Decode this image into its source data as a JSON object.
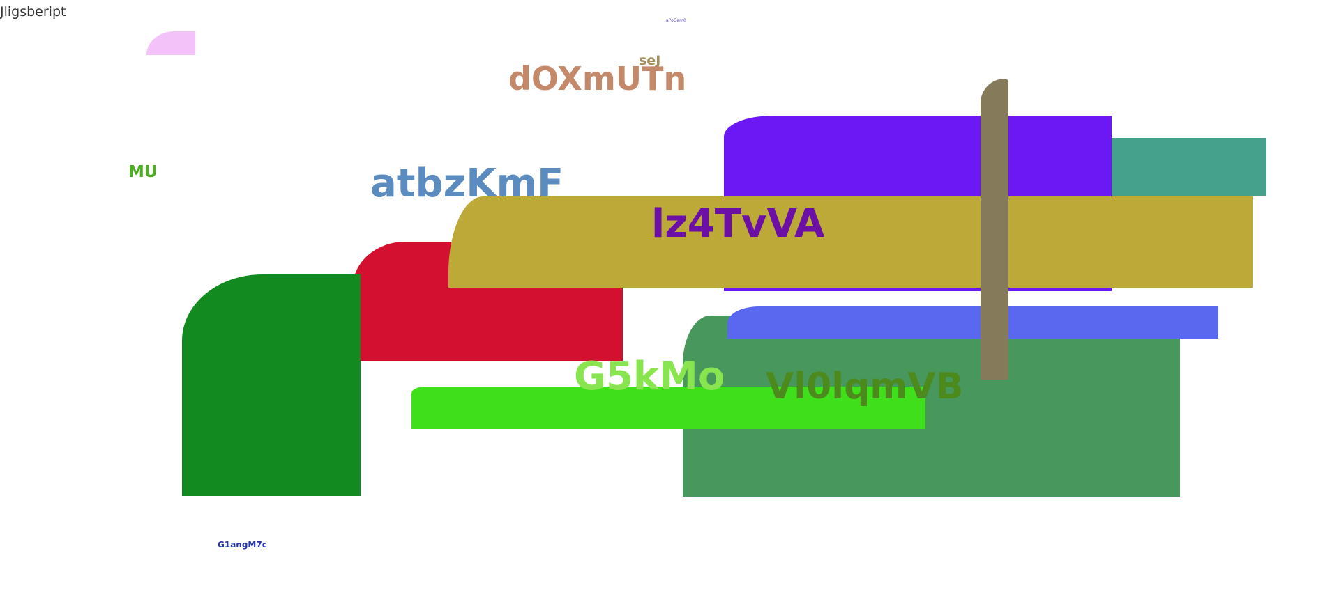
{
  "corner_text": "Jligsbeript",
  "shapes": {
    "pink": "#f2c2f8",
    "purple": "#6c18f4",
    "teal": "#45a18c",
    "blue": "#5a68f0",
    "seagreen": "#48975c",
    "red": "#d41031",
    "darkgreen": "#138a20",
    "lime": "#3fe01b",
    "gold": "#bca937",
    "olive": "#857a59"
  },
  "labels": {
    "small_top": {
      "text": "aPoGem0",
      "color": "#5a4fd0"
    },
    "sej": {
      "text": "seJ",
      "color": "#a08e5a"
    },
    "doxmutn": {
      "text": "dOXmUTn",
      "color": "#c3896a"
    },
    "mu": {
      "text": "MU",
      "color": "#4fae25"
    },
    "atbzkmf": {
      "text": "atbzKmF",
      "color": "#5c8bc0"
    },
    "lz4tvva": {
      "text": "lz4TvVA",
      "color": "#6c0fa6"
    },
    "g5kmo": {
      "text": "G5kMo",
      "color": "#88e54f"
    },
    "vl0lqmvb": {
      "text": "Vl0lqmVB",
      "color": "#4d8a1d"
    },
    "g1angm7c": {
      "text": "G1angM7c",
      "color": "#2436b0"
    }
  }
}
